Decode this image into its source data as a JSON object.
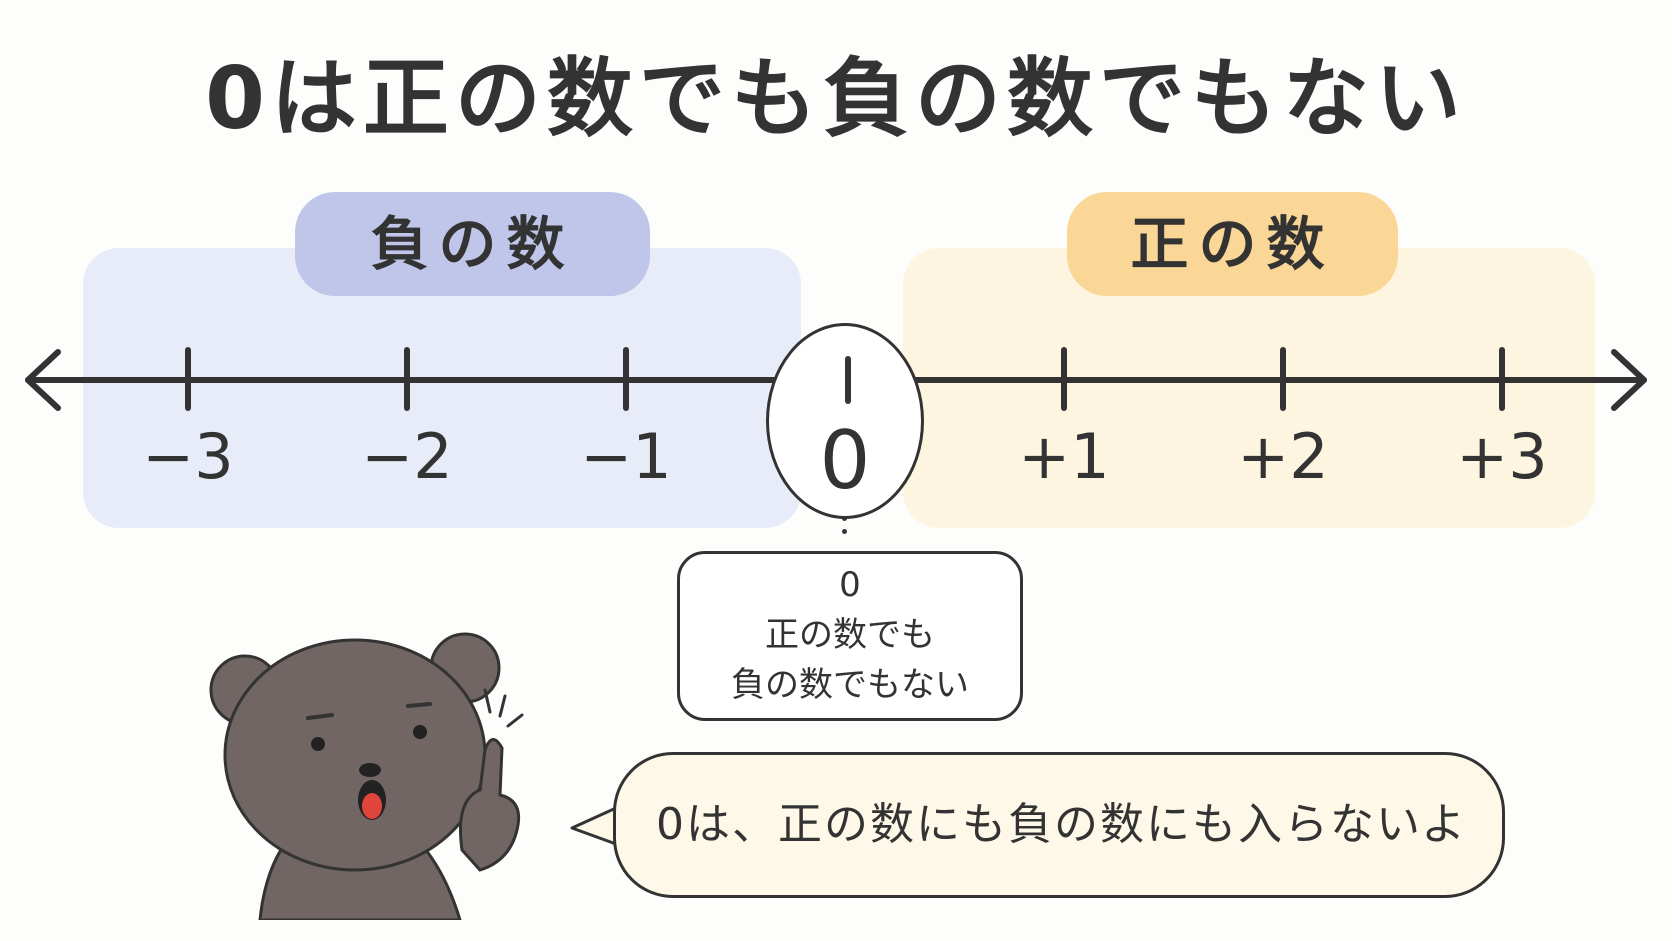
{
  "title": "0は正の数でも負の数でもない",
  "regions": {
    "negative": {
      "label": "負の数",
      "fill": "#e8ebf8",
      "pill_color": "#c0c6ea"
    },
    "positive": {
      "label": "正の数",
      "fill": "#fdf5e0",
      "pill_color": "#fad796"
    }
  },
  "number_line": {
    "ticks": [
      {
        "value": -3,
        "label": "−3"
      },
      {
        "value": -2,
        "label": "−2"
      },
      {
        "value": -1,
        "label": "−1"
      },
      {
        "value": 0,
        "label": "0"
      },
      {
        "value": 1,
        "label": "+1"
      },
      {
        "value": 2,
        "label": "+2"
      },
      {
        "value": 3,
        "label": "+3"
      }
    ]
  },
  "note": {
    "line1": "0",
    "line2": "正の数でも",
    "line3": "負の数でもない"
  },
  "speech": {
    "text": "0は、正の数にも負の数にも入らないよ"
  },
  "character": {
    "icon": "bear-pointing-icon",
    "color": "#716664"
  }
}
